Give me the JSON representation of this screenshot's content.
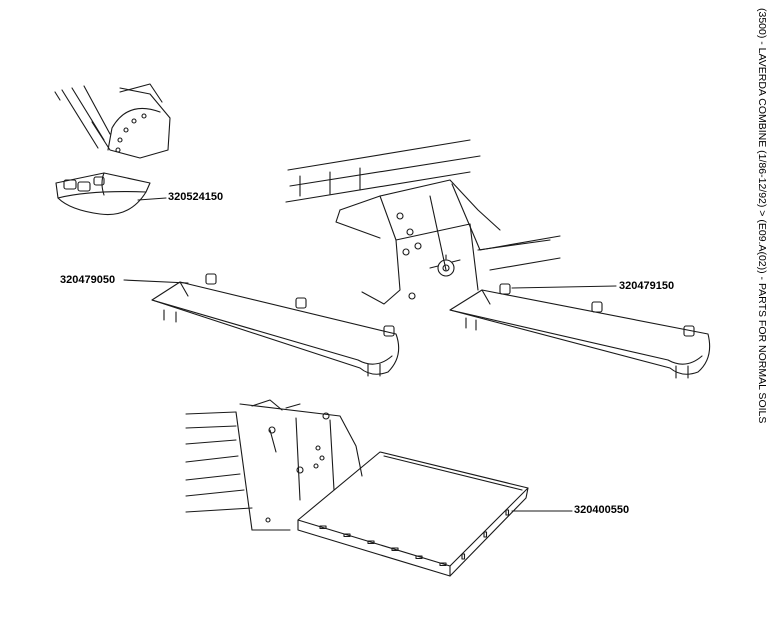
{
  "side_caption": "(3500) - LAVERDA COMBINE (1/86-12/92) > (E09.A(02)) - PARTS FOR NORMAL SOILS",
  "parts": [
    {
      "id": "bracket",
      "number": "320524150"
    },
    {
      "id": "left-shield",
      "number": "320479050"
    },
    {
      "id": "right-shield",
      "number": "320479150"
    },
    {
      "id": "plate",
      "number": "320400550"
    }
  ],
  "colors": {
    "line": "#1a1a1a",
    "background": "#ffffff"
  }
}
